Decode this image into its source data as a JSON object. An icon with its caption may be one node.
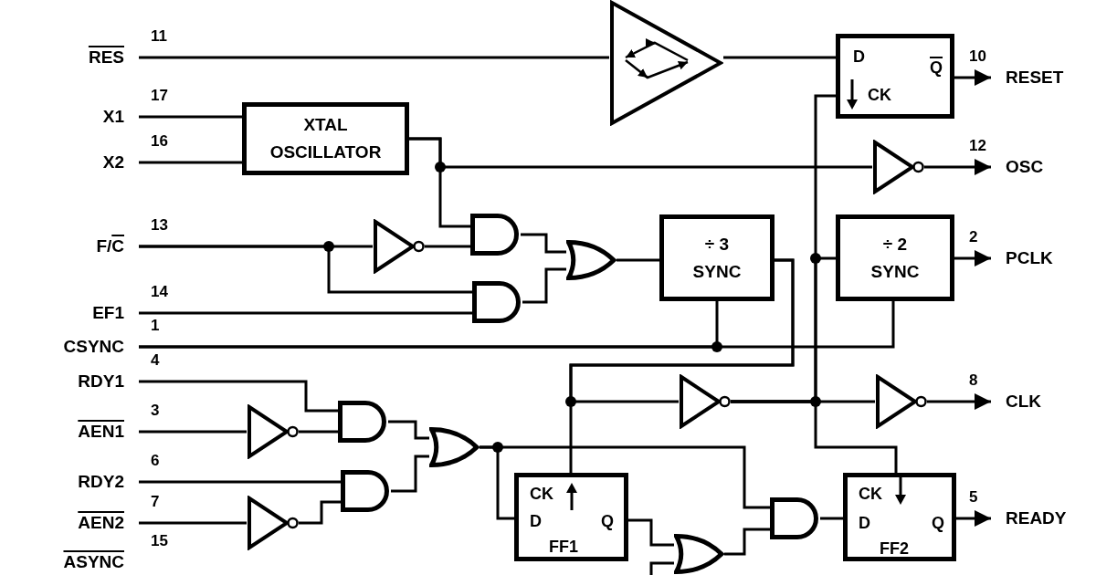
{
  "diagram": {
    "nodes": [
      {
        "text": [
          "RES"
        ]
      },
      {
        "text": [],
        "shape": "triangle"
      },
      {
        "text": [
          "D",
          "Q",
          "CK"
        ]
      },
      {
        "text": [
          "RESET"
        ]
      },
      {
        "text": [
          "X1"
        ]
      },
      {
        "text": [
          "X2"
        ]
      },
      {
        "text": [
          "XTAL OSCILLATOR"
        ]
      },
      {
        "text": [],
        "shape": "inverter"
      },
      {
        "text": [
          "OSC"
        ]
      },
      {
        "text": [
          "F/C"
        ]
      },
      {
        "text": [],
        "shape": "inverter"
      },
      {
        "text": [],
        "shape": "and-gate"
      },
      {
        "text": [
          "EF1"
        ]
      },
      {
        "text": [],
        "shape": "and-gate"
      },
      {
        "text": [],
        "shape": "or-gate"
      },
      {
        "text": [
          "÷ 3 SYNC"
        ]
      },
      {
        "text": [
          "÷ 2 SYNC"
        ]
      },
      {
        "text": [
          "PCLK"
        ]
      },
      {
        "text": [
          "CSYNC"
        ]
      },
      {
        "text": [
          "RDY1"
        ]
      },
      {
        "text": [
          "AEN1"
        ]
      },
      {
        "text": [],
        "shape": "inverter"
      },
      {
        "text": [],
        "shape": "and-gate"
      },
      {
        "text": [
          "RDY2"
        ]
      },
      {
        "text": [],
        "shape": "and-gate"
      },
      {
        "text": [
          "AEN2"
        ]
      },
      {
        "text": [],
        "shape": "inverter"
      },
      {
        "text": [],
        "shape": "or-gate"
      },
      {
        "text": [],
        "shape": "inverter"
      },
      {
        "text": [],
        "shape": "inverter"
      },
      {
        "text": [
          "CLK"
        ]
      },
      {
        "text": [
          "CK",
          "D",
          "Q",
          "FF1"
        ]
      },
      {
        "text": [],
        "shape": "or-gate"
      },
      {
        "text": [],
        "shape": "and-gate"
      },
      {
        "text": [
          "CK",
          "D",
          "Q",
          "FF2"
        ]
      },
      {
        "text": [
          "READY"
        ]
      },
      {
        "text": [
          "ASYNC"
        ]
      }
    ],
    "edges": [
      {
        "from": 0,
        "to": 1,
        "arrow": "none"
      },
      {
        "from": 1,
        "to": 2,
        "arrow": "none"
      },
      {
        "from": 2,
        "to": 3,
        "arrow": "to"
      },
      {
        "from": 4,
        "to": 6,
        "arrow": "none"
      },
      {
        "from": 5,
        "to": 6,
        "arrow": "none"
      },
      {
        "from": 6,
        "to": 7,
        "arrow": "none"
      },
      {
        "from": 6,
        "to": 11,
        "arrow": "none"
      },
      {
        "from": 7,
        "to": 8,
        "arrow": "to"
      },
      {
        "from": 9,
        "to": 10,
        "arrow": "none"
      },
      {
        "from": 9,
        "to": 13,
        "arrow": "none"
      },
      {
        "from": 10,
        "to": 11,
        "arrow": "none"
      },
      {
        "from": 12,
        "to": 13,
        "arrow": "none"
      },
      {
        "from": 11,
        "to": 14,
        "arrow": "none"
      },
      {
        "from": 13,
        "to": 14,
        "arrow": "none"
      },
      {
        "from": 14,
        "to": 15,
        "arrow": "none"
      },
      {
        "from": 15,
        "to": 31,
        "arrow": "none"
      },
      {
        "from": 15,
        "to": 28,
        "arrow": "none"
      },
      {
        "from": 28,
        "to": 16,
        "arrow": "none"
      },
      {
        "from": 28,
        "to": 2,
        "arrow": "none"
      },
      {
        "from": 28,
        "to": 29,
        "arrow": "none"
      },
      {
        "from": 28,
        "to": 34,
        "arrow": "none"
      },
      {
        "from": 29,
        "to": 30,
        "arrow": "to"
      },
      {
        "from": 16,
        "to": 17,
        "arrow": "to"
      },
      {
        "from": 18,
        "to": 15,
        "arrow": "none"
      },
      {
        "from": 18,
        "to": 16,
        "arrow": "none"
      },
      {
        "from": 19,
        "to": 22,
        "arrow": "none"
      },
      {
        "from": 20,
        "to": 21,
        "arrow": "none"
      },
      {
        "from": 21,
        "to": 22,
        "arrow": "none"
      },
      {
        "from": 23,
        "to": 24,
        "arrow": "none"
      },
      {
        "from": 25,
        "to": 26,
        "arrow": "none"
      },
      {
        "from": 26,
        "to": 24,
        "arrow": "none"
      },
      {
        "from": 22,
        "to": 27,
        "arrow": "none"
      },
      {
        "from": 24,
        "to": 27,
        "arrow": "none"
      },
      {
        "from": 27,
        "to": 33,
        "arrow": "none"
      },
      {
        "from": 27,
        "to": 31,
        "arrow": "none"
      },
      {
        "from": 31,
        "to": 32,
        "arrow": "none"
      },
      {
        "from": 32,
        "to": 33,
        "arrow": "none"
      },
      {
        "from": 33,
        "to": 34,
        "arrow": "none"
      },
      {
        "from": 34,
        "to": 35,
        "arrow": "to"
      },
      {
        "from": null,
        "to": 32,
        "arrow": "none"
      }
    ],
    "labels": [
      "11",
      "10",
      "17",
      "16",
      "12",
      "13",
      "2",
      "14",
      "1",
      "4",
      "8",
      "3",
      "6",
      "5",
      "7",
      "15"
    ]
  }
}
